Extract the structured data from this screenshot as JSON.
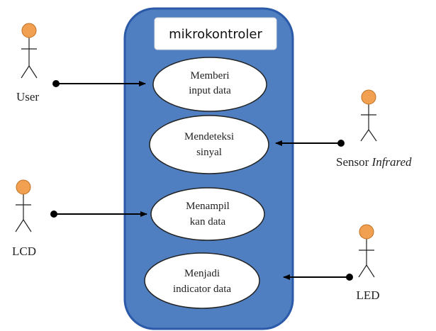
{
  "system": {
    "title": "mikrokontroler"
  },
  "use_cases": [
    {
      "line1": "Memberi",
      "line2": "input data"
    },
    {
      "line1": "Mendeteksi",
      "line2": "sinyal"
    },
    {
      "line1": "Menampil",
      "line2": "kan data"
    },
    {
      "line1": "Menjadi",
      "line2": "indicator data"
    }
  ],
  "actors": [
    {
      "label": "User"
    },
    {
      "label_main": "Sensor ",
      "label_italic": "Infrared"
    },
    {
      "label": "LCD"
    },
    {
      "label": "LED"
    }
  ],
  "colors": {
    "system_fill": "#4f7fc1",
    "system_stroke": "#2b5aa8",
    "actor_head": "#f0a050"
  }
}
